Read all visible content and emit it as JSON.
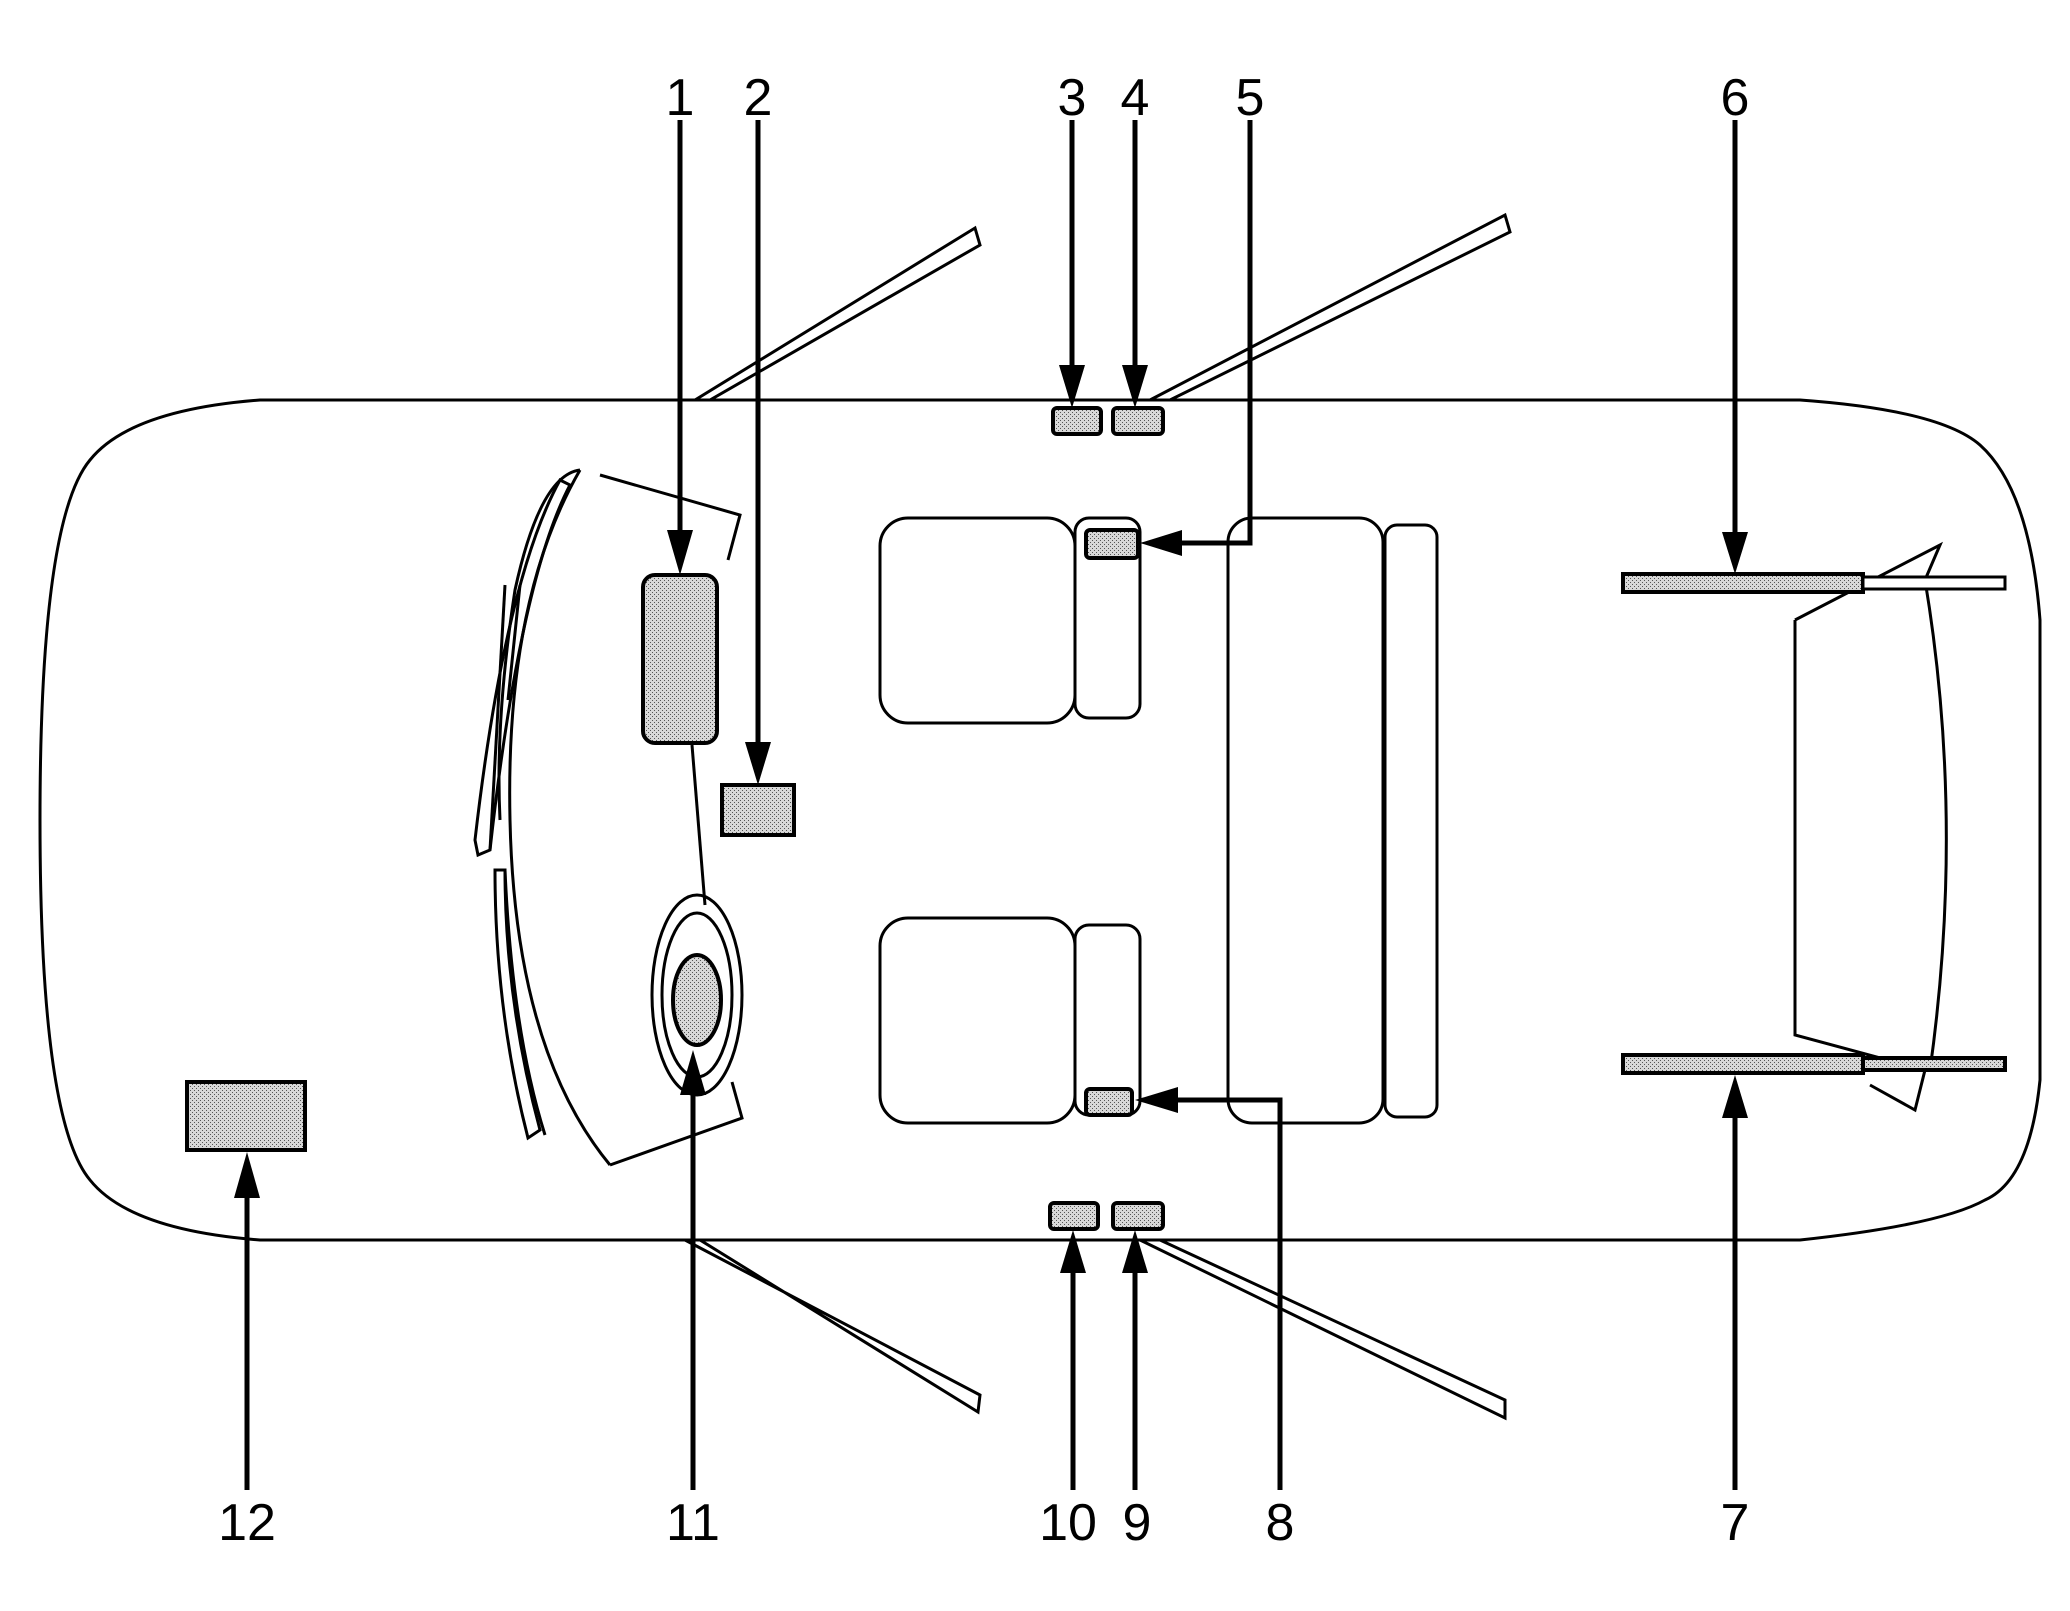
{
  "colors": {
    "background": "#ffffff",
    "line": "#000000",
    "module_fill": "#c8c8c8"
  },
  "callouts": [
    {
      "id": 1,
      "label": "1"
    },
    {
      "id": 2,
      "label": "2"
    },
    {
      "id": 3,
      "label": "3"
    },
    {
      "id": 4,
      "label": "4"
    },
    {
      "id": 5,
      "label": "5"
    },
    {
      "id": 6,
      "label": "6"
    },
    {
      "id": 7,
      "label": "7"
    },
    {
      "id": 8,
      "label": "8"
    },
    {
      "id": 9,
      "label": "9"
    },
    {
      "id": 10,
      "label": "10"
    },
    {
      "id": 11,
      "label": "11"
    },
    {
      "id": 12,
      "label": "12"
    }
  ]
}
